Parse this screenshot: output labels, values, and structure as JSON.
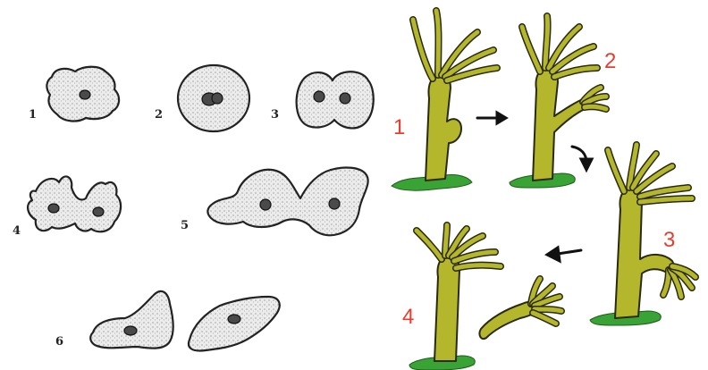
{
  "amoeba_figure": {
    "labels": [
      "1",
      "2",
      "3",
      "4",
      "5",
      "6"
    ]
  },
  "hydra_figure": {
    "labels": [
      "1",
      "2",
      "3",
      "4"
    ],
    "label_color": "#e53e2e",
    "body_color": "#b4b62c",
    "base_color": "#3aa335"
  }
}
